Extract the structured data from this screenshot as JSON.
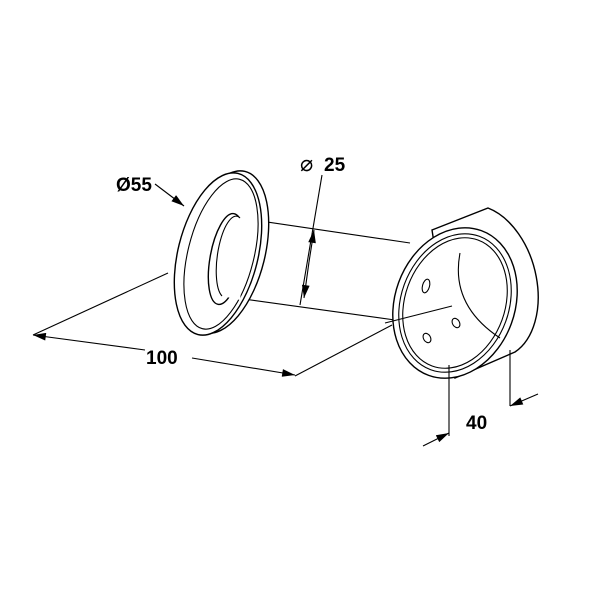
{
  "drawing": {
    "dimensions": {
      "flange_diameter": "Ø55",
      "tube_diameter": "25",
      "tube_diameter_symbol": "⌀",
      "length": "100",
      "cup_depth": "40"
    },
    "line_color": "#000000",
    "background": "#ffffff"
  }
}
